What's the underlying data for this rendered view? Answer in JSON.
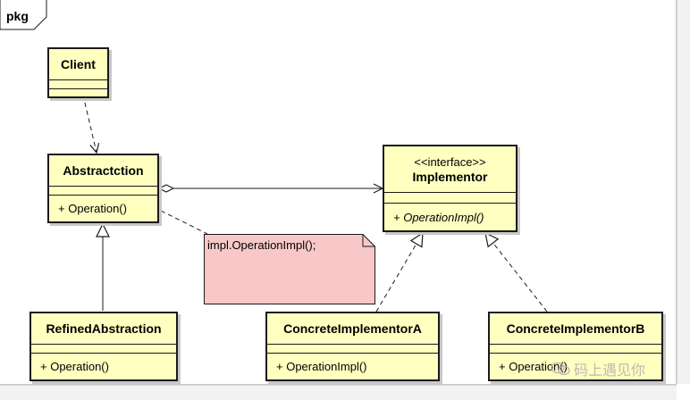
{
  "package": {
    "label": "pkg"
  },
  "classes": {
    "client": {
      "name": "Client"
    },
    "abstraction": {
      "name": "Abstractction",
      "operation": "+ Operation()"
    },
    "implementor": {
      "stereotype": "<<interface>>",
      "name": "Implementor",
      "operation": "+ OperationImpl()"
    },
    "refined": {
      "name": "RefinedAbstraction",
      "operation": "+ Operation()"
    },
    "concrete_a": {
      "name": "ConcreteImplementorA",
      "operation": "+ OperationImpl()"
    },
    "concrete_b": {
      "name": "ConcreteImplementorB",
      "operation": "+ Operation()"
    }
  },
  "note": {
    "text": "impl.OperationImpl();"
  },
  "watermark": {
    "text": "码上遇见你"
  },
  "colors": {
    "class_fill": "#ffffc0",
    "note_fill": "#f8c8c8",
    "line": "#1a1a1a"
  }
}
